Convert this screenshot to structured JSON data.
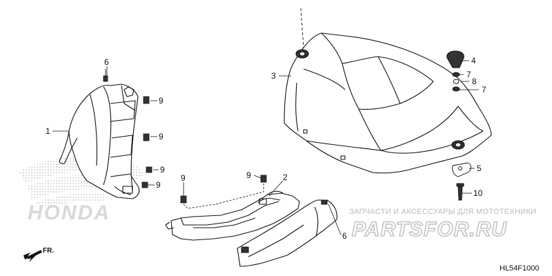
{
  "diagram": {
    "code": "HL54F1000",
    "direction_label": "FR.",
    "callouts": [
      "1",
      "2",
      "3",
      "4",
      "5",
      "6",
      "6",
      "7",
      "7",
      "8",
      "9",
      "9",
      "9",
      "9",
      "9",
      "9",
      "10"
    ]
  },
  "watermark": {
    "brand": "HONDA",
    "shop_text": "ЗАПЧАСТИ И АКСЕССУАРЫ ДЛЯ МОТОТЕХНИКИ",
    "shop_logo": "PARTSFOR.RU"
  },
  "colors": {
    "line": "#111111",
    "watermark_light": "#dddddd",
    "shop_text": "#b9b9b9"
  }
}
